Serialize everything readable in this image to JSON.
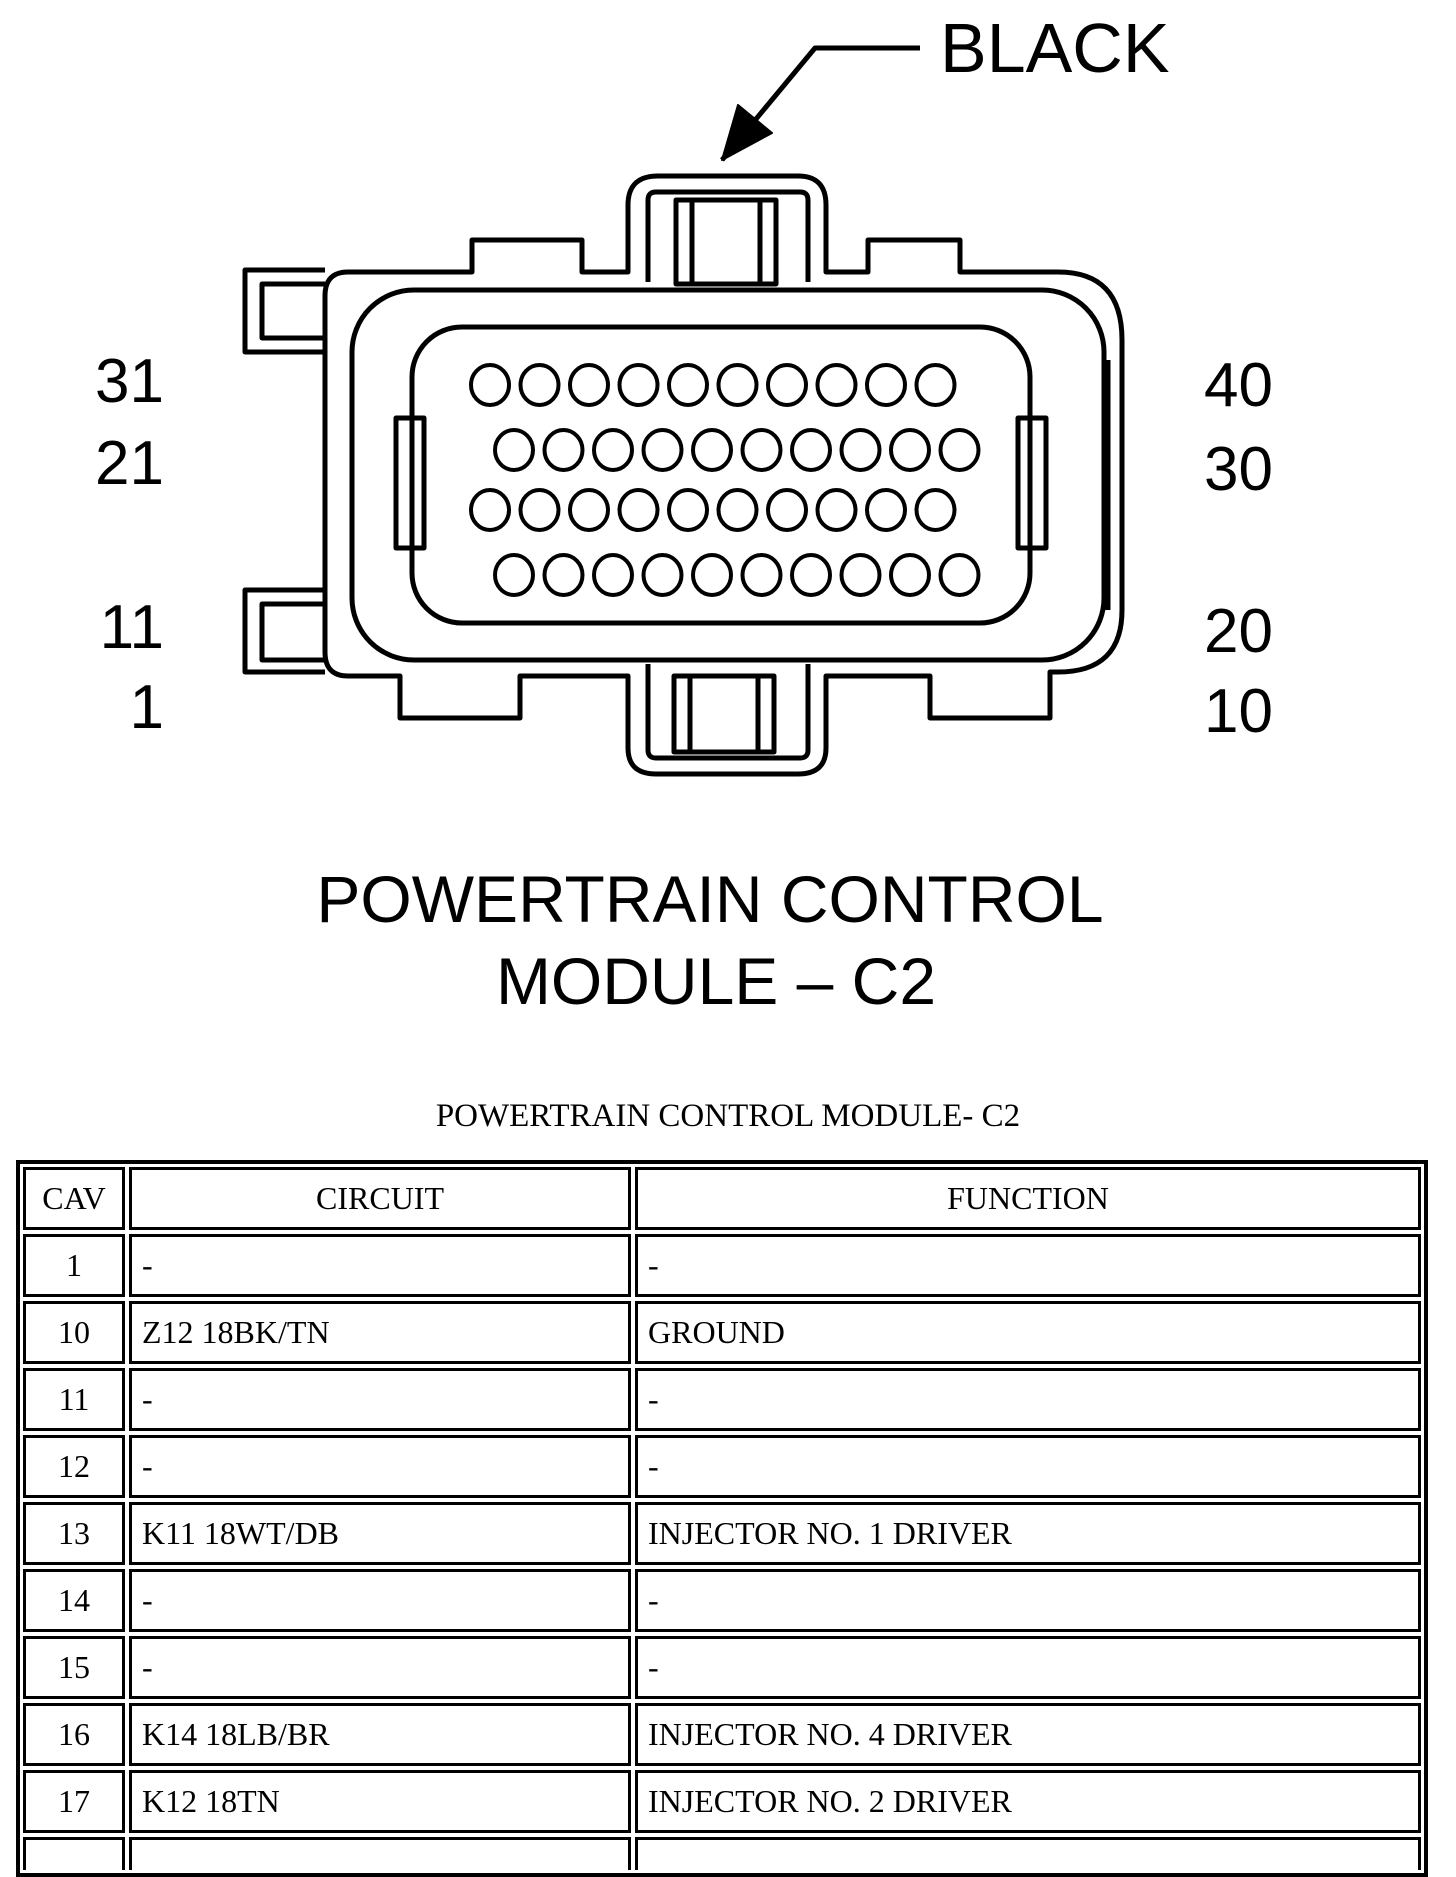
{
  "diagram": {
    "color_label": "BLACK",
    "pin_numbers": {
      "left_row4": "31",
      "left_row3": "21",
      "left_row2": "11",
      "left_row1": "1",
      "right_row4": "40",
      "right_row3": "30",
      "right_row2": "20",
      "right_row1": "10"
    },
    "title_line1": "POWERTRAIN CONTROL",
    "title_line2": "MODULE – C2"
  },
  "table": {
    "caption": "POWERTRAIN CONTROL MODULE- C2",
    "headers": {
      "cav": "CAV",
      "circuit": "CIRCUIT",
      "function": "FUNCTION"
    },
    "rows": [
      {
        "cav": "1",
        "circuit": "-",
        "function": "-"
      },
      {
        "cav": "10",
        "circuit": "Z12 18BK/TN",
        "function": "GROUND"
      },
      {
        "cav": "11",
        "circuit": "-",
        "function": "-"
      },
      {
        "cav": "12",
        "circuit": "-",
        "function": "-"
      },
      {
        "cav": "13",
        "circuit": "K11 18WT/DB",
        "function": "INJECTOR NO. 1 DRIVER"
      },
      {
        "cav": "14",
        "circuit": "-",
        "function": "-"
      },
      {
        "cav": "15",
        "circuit": "-",
        "function": "-"
      },
      {
        "cav": "16",
        "circuit": "K14 18LB/BR",
        "function": "INJECTOR NO. 4 DRIVER"
      },
      {
        "cav": "17",
        "circuit": "K12 18TN",
        "function": "INJECTOR NO. 2 DRIVER"
      }
    ]
  }
}
